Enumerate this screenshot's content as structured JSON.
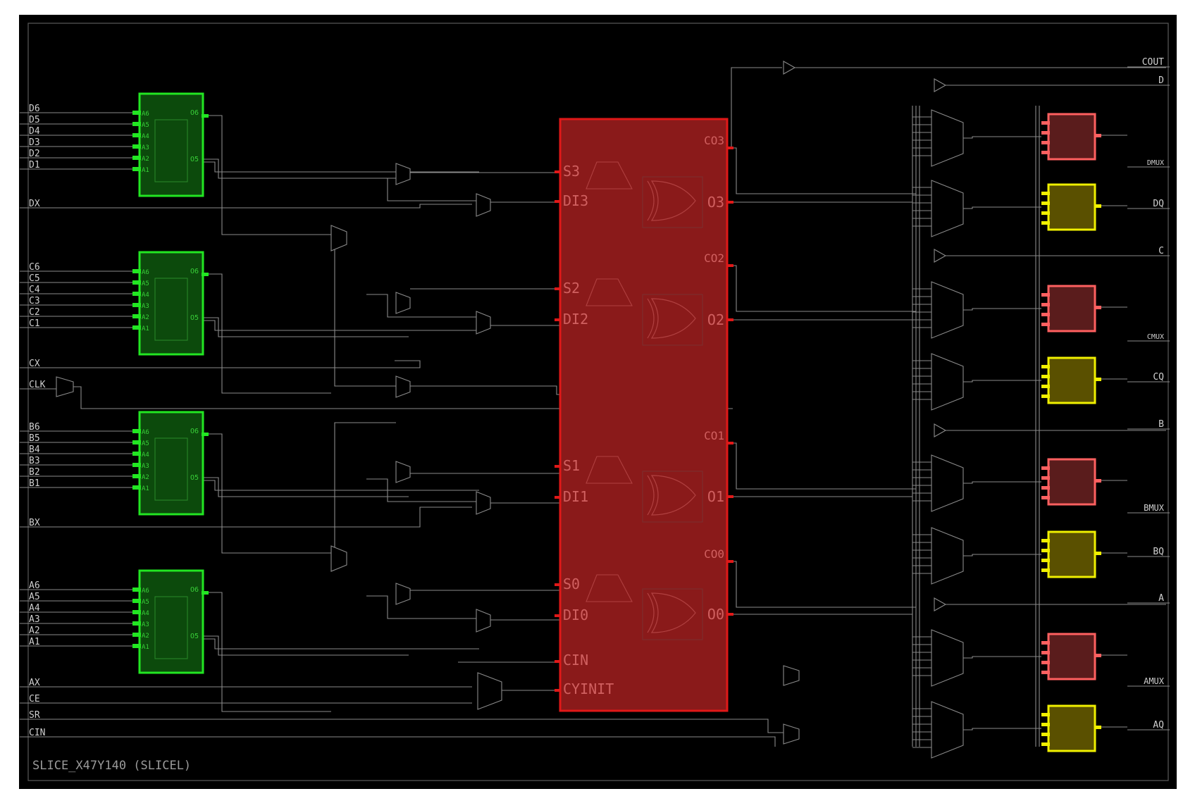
{
  "slice_title": "SLICE_X47Y140 (SLICEL)",
  "colors": {
    "background": "#000000",
    "wire": "#8a8a8a",
    "lut_fill": "#0c4a0c",
    "lut_border": "#22e622",
    "carry_fill": "#8a1a1a",
    "carry_border": "#e01818",
    "ff_red_fill": "#5a1c1c",
    "ff_red_border": "#ff6060",
    "ff_yellow_fill": "#5a5000",
    "ff_yellow_border": "#f0f000",
    "label": "#cfcfcf",
    "carry_label": "#d06060"
  },
  "left_inputs": {
    "D": [
      "D6",
      "D5",
      "D4",
      "D3",
      "D2",
      "D1"
    ],
    "DX": "DX",
    "C": [
      "C6",
      "C5",
      "C4",
      "C3",
      "C2",
      "C1"
    ],
    "CX": "CX",
    "CLK": "CLK",
    "B": [
      "B6",
      "B5",
      "B4",
      "B3",
      "B2",
      "B1"
    ],
    "BX": "BX",
    "A": [
      "A6",
      "A5",
      "A4",
      "A3",
      "A2",
      "A1"
    ],
    "AX": "AX",
    "CE": "CE",
    "SR": "SR",
    "CIN": "CIN"
  },
  "lut": {
    "pins_in": [
      "A6",
      "A5",
      "A4",
      "A3",
      "A2",
      "A1"
    ],
    "pins_out": [
      "O6",
      "O5"
    ]
  },
  "carry": {
    "select_labels": [
      "S3",
      "S2",
      "S1",
      "S0"
    ],
    "data_labels": [
      "DI3",
      "DI2",
      "DI1",
      "DI0"
    ],
    "co_labels": [
      "CO3",
      "CO2",
      "CO1",
      "CO0"
    ],
    "o_labels": [
      "O3",
      "O2",
      "O1",
      "O0"
    ],
    "cin": "CIN",
    "cyinit": "CYINIT"
  },
  "right_outputs": {
    "top": [
      "COUT",
      "D",
      "DMUX",
      "DQ"
    ],
    "c": [
      "C",
      "CMUX",
      "CQ"
    ],
    "b": [
      "B",
      "BMUX",
      "BQ"
    ],
    "a": [
      "A",
      "AMUX",
      "AQ"
    ]
  }
}
